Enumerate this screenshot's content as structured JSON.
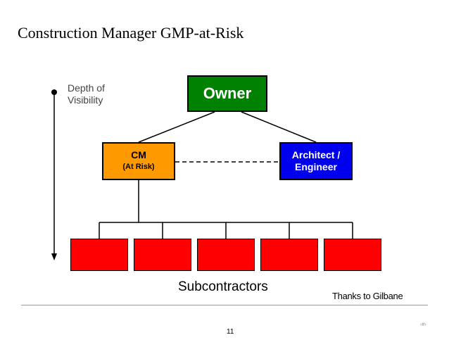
{
  "title": "Construction Manager GMP-at-Risk",
  "diagram": {
    "visibility_label_line1": "Depth of",
    "visibility_label_line2": "Visibility",
    "owner": "Owner",
    "cm": "CM",
    "cm_sub": "(At Risk)",
    "architect_line1": "Architect /",
    "architect_line2": "Engineer",
    "subcontractors_label": "Subcontractors",
    "subcontractor_count": 5,
    "colors": {
      "owner": "#008000",
      "cm": "#ff9900",
      "architect": "#0000ee",
      "subcontractor": "#ff0000"
    }
  },
  "footer": {
    "credit": "Thanks to Gilbane",
    "page_number": "11",
    "marker": "‹#›"
  }
}
